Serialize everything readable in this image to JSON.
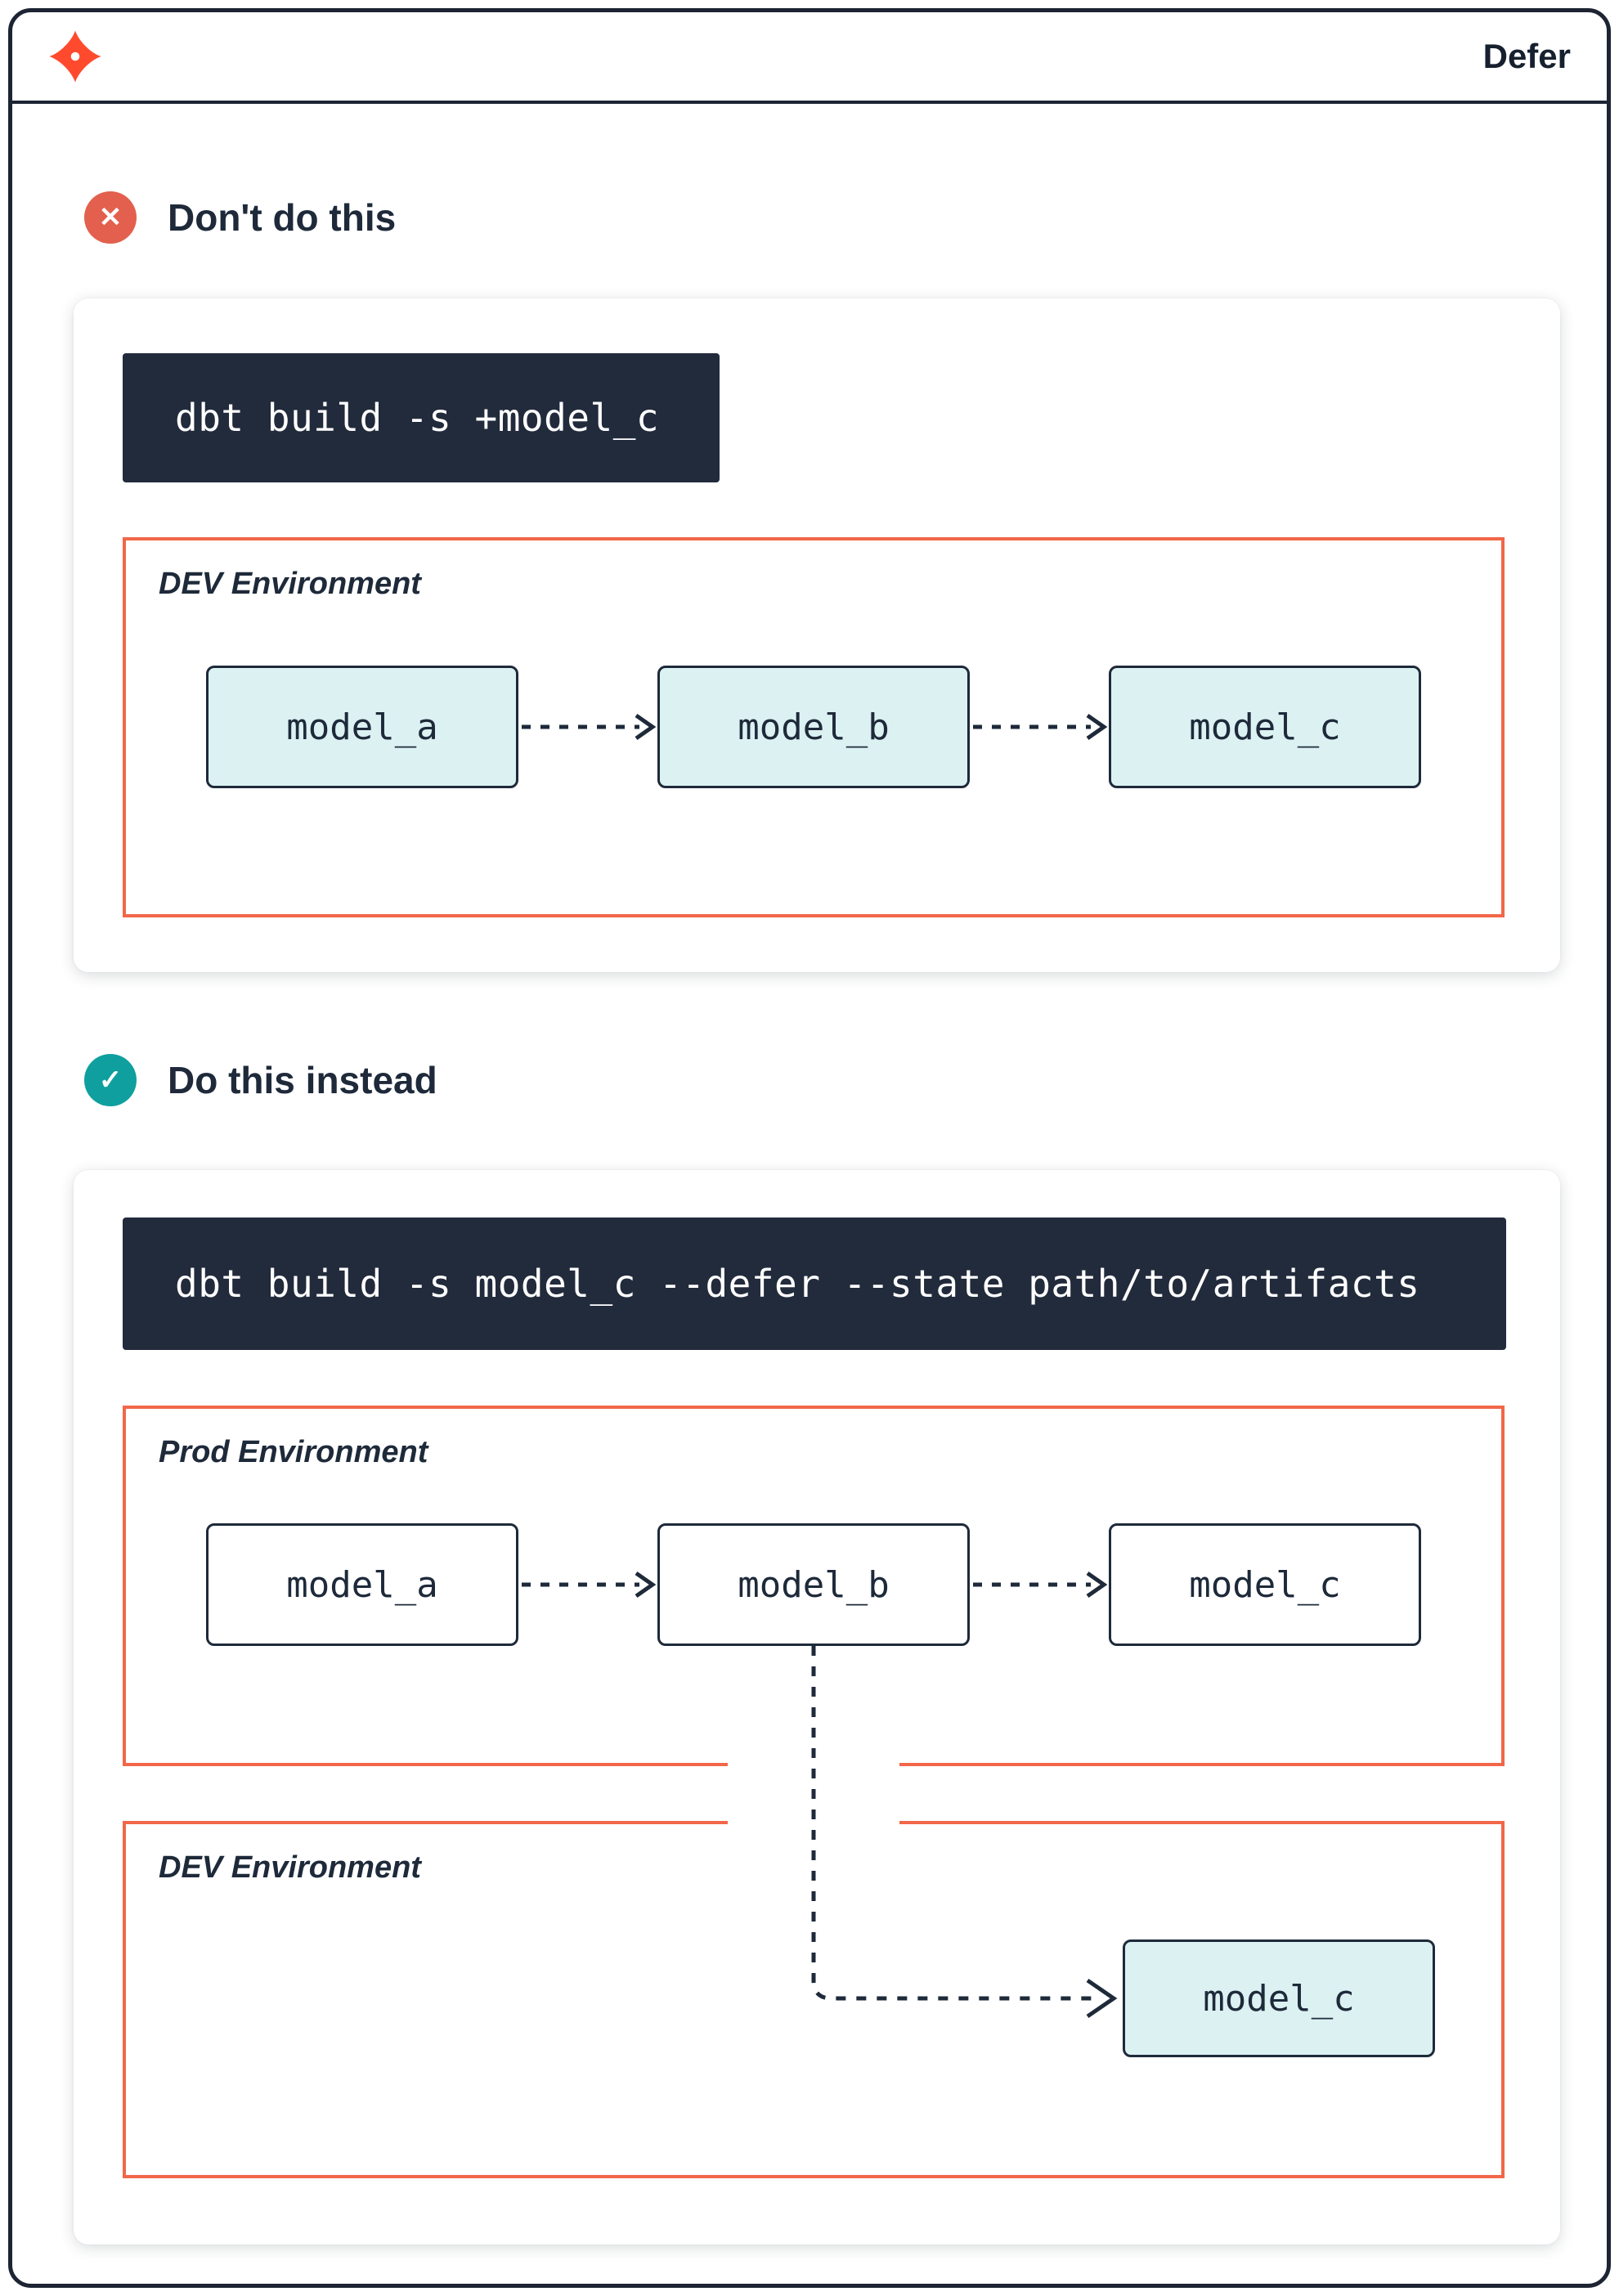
{
  "header": {
    "title": "Defer",
    "logo": "dbt-logo"
  },
  "colors": {
    "brand_orange": "#ff4a2e",
    "environment_border": "#f26749",
    "navy_text": "#1e2a3a",
    "teal_badge": "#0f9f9f",
    "red_badge": "#e2604d",
    "node_highlight_bg": "#dcf1f2",
    "code_background": "#222b3c"
  },
  "sections": [
    {
      "heading": "Don't do this",
      "badge_glyph": "✕",
      "command": "dbt build -s +model_c",
      "environments": [
        {
          "label": "DEV Environment",
          "nodes": [
            "model_a",
            "model_b",
            "model_c"
          ]
        }
      ]
    },
    {
      "heading": "Do this instead",
      "badge_glyph": "✓",
      "command": "dbt build -s model_c --defer --state path/to/artifacts",
      "environments": [
        {
          "label": "Prod Environment",
          "nodes": [
            "model_a",
            "model_b",
            "model_c"
          ]
        },
        {
          "label": "DEV Environment",
          "nodes": [
            "model_c"
          ]
        }
      ]
    }
  ]
}
